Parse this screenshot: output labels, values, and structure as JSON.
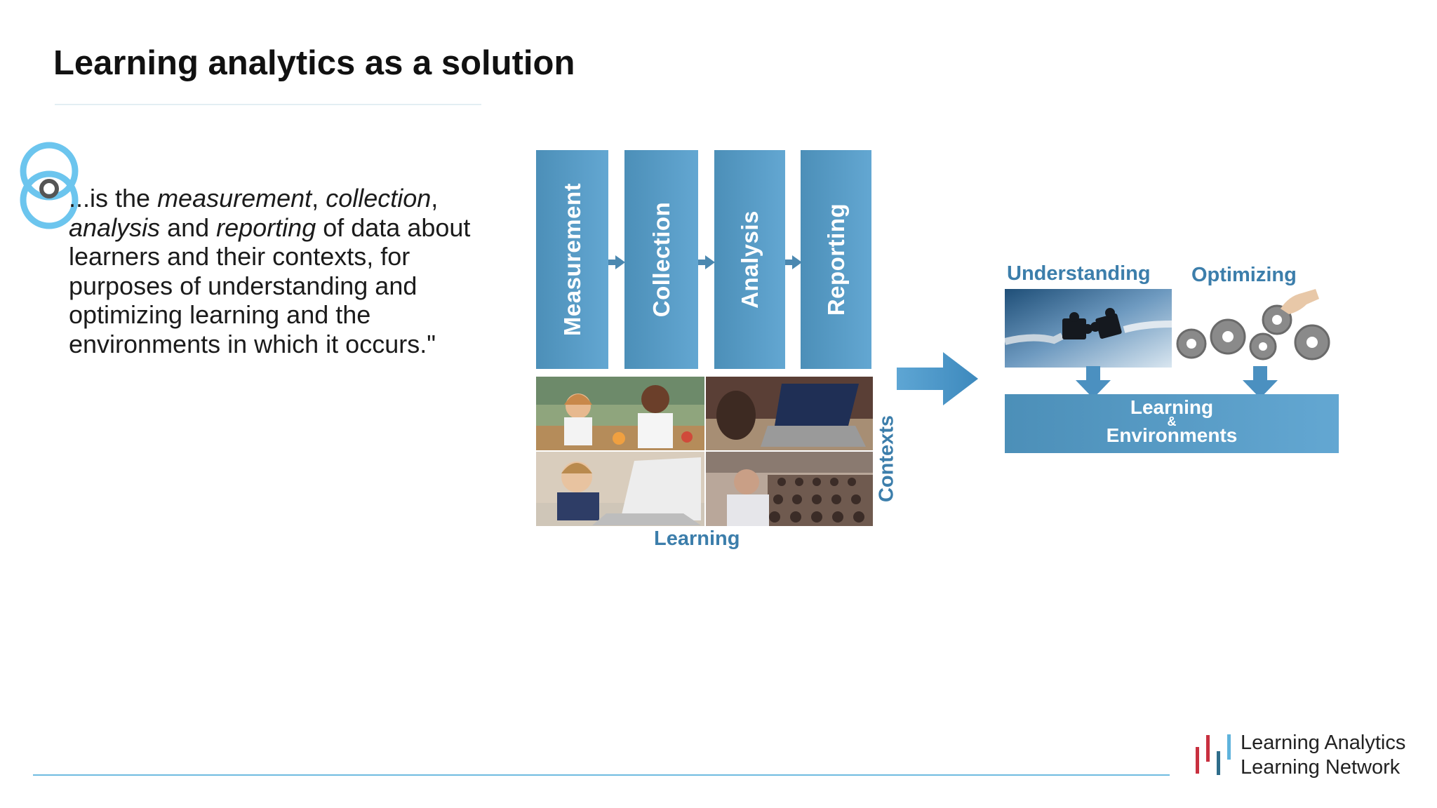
{
  "slide": {
    "title": "Learning analytics as a solution",
    "quote": {
      "p1": "...is the ",
      "measurement": "measurement",
      "comma1": ", ",
      "collection": "collection",
      "comma2": ",",
      "analysis": "analysis",
      "and1": " and ",
      "reporting": "reporting",
      "rest": " of data about learners and their contexts, for purposes of understanding and optimizing learning and the environments in which it occurs.\""
    }
  },
  "diagram": {
    "stages": [
      "Measurement",
      "Collection",
      "Analysis",
      "Reporting"
    ],
    "contexts_label": "Contexts",
    "learning_label": "Learning",
    "understanding_label": "Understanding",
    "optimizing_label": "Optimizing",
    "environments": {
      "line1": "Learning",
      "amp": "&",
      "line2": "Environments"
    }
  },
  "brand": {
    "line1": "Learning Analytics",
    "line2": "Learning Network",
    "colors": {
      "red": "#c8303f",
      "blue": "#5fb3dc",
      "dark": "#2f6d8a"
    }
  }
}
